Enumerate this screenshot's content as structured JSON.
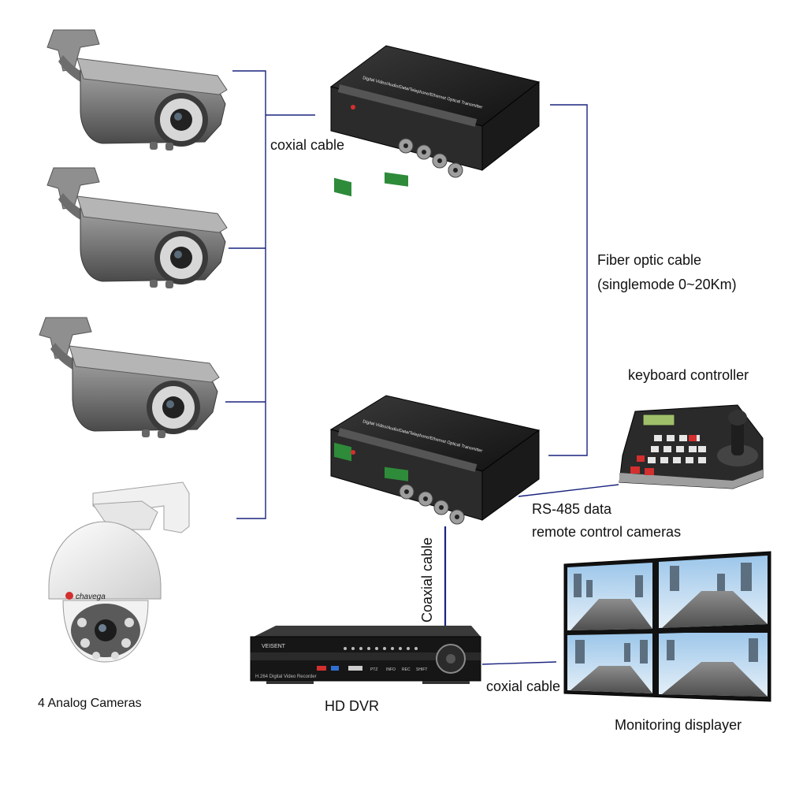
{
  "labels": {
    "coax_top": "coxial cable",
    "fiber_line1": "Fiber optic  cable",
    "fiber_line2": "(singlemode 0~20Km)",
    "keyboard": "keyboard controller",
    "rs485_line1": "RS-485 data",
    "rs485_line2": "remote  control cameras",
    "coax_vertical": "Coaxial cable",
    "coax_bottom": "coxial cable",
    "analog_cameras": "4 Analog Cameras",
    "dvr": "HD DVR",
    "monitor": "Monitoring displayer"
  },
  "device_text": {
    "transmitter_panel": "Digital Video/Audio/Data/Telephone/Ethernet  Optical Transmitter",
    "receiver_panel": "Digital Video/Audio/Data/Telephone/Ethernet  Optical Transmitter",
    "dvr_brand": "VEISENT",
    "dvr_strip": "H.264 Digital Video Recorder",
    "dvr_btn1": "PTZ",
    "dvr_btn2": "INFO",
    "dvr_btn3": "REC",
    "dvr_btn4": "SHIFT",
    "dome_brand": "chavega"
  },
  "colors": {
    "line": "#1a237e",
    "text": "#111111",
    "device_dark": "#2b2b2b",
    "camera_grey": "#7d7d7d"
  }
}
